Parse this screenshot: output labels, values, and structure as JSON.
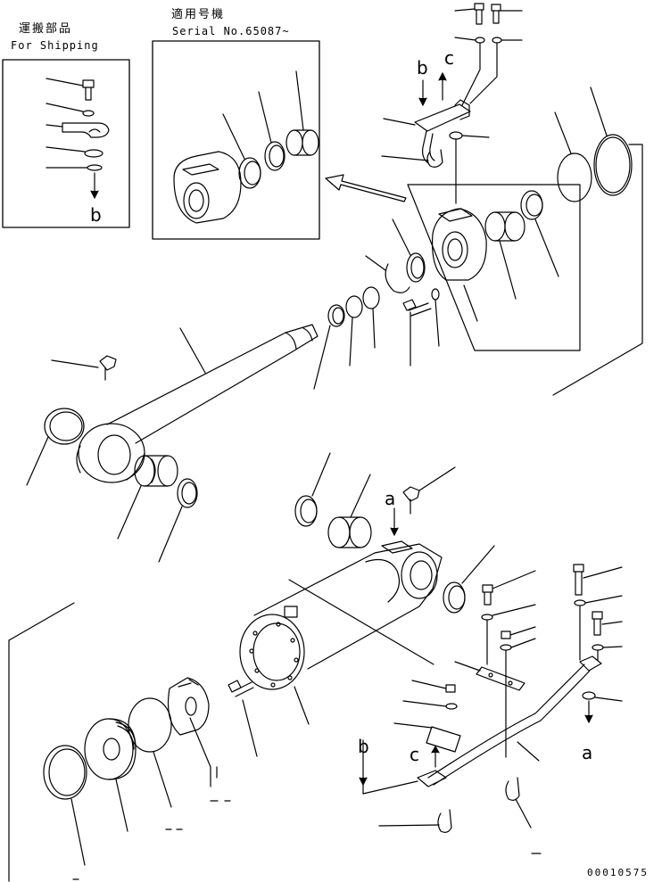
{
  "shipping_box": {
    "title_jp": "運搬部品",
    "title_en": "For Shipping",
    "callout_b": "b"
  },
  "serial_box": {
    "title_jp": "適用号機",
    "title_en": "Serial No.65087~"
  },
  "callouts": {
    "b_top": "b",
    "c_top": "c",
    "a_mid": "a",
    "a_right": "a",
    "b_low": "b",
    "c_low": "c"
  },
  "doc_number": "00010575",
  "colors": {
    "ink": "#000000",
    "paper": "#ffffff"
  }
}
